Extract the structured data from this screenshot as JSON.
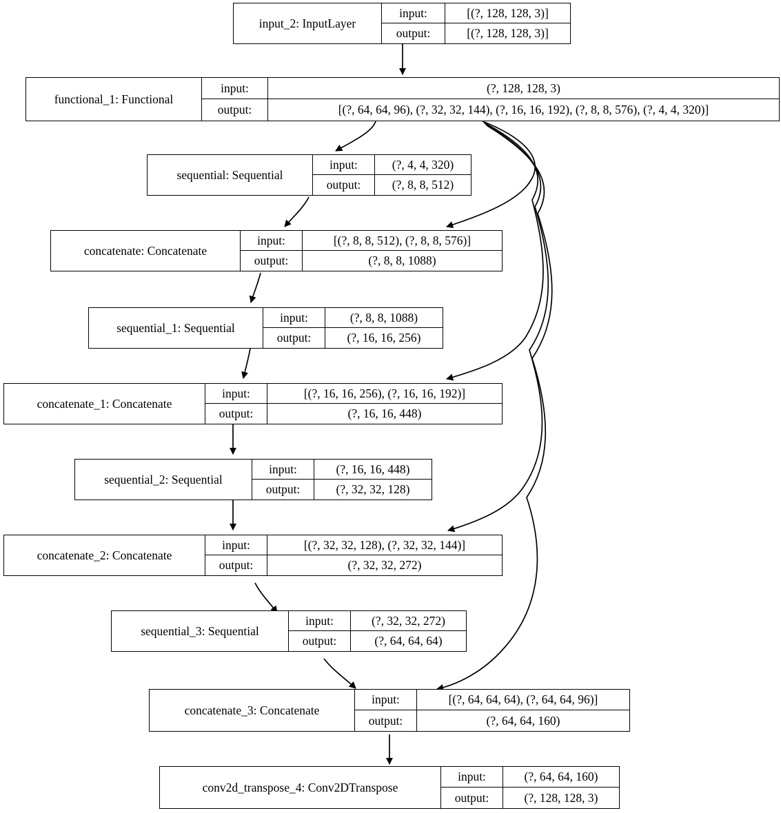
{
  "diagram": {
    "title": "Keras model architecture graph",
    "edge_color": "#000000",
    "node_border_color": "#000000",
    "node_fill_color": "#ffffff",
    "io_labels": {
      "input": "input:",
      "output": "output:"
    },
    "nodes": [
      {
        "id": "input_2",
        "name": "input_2: InputLayer",
        "input": "[(?, 128, 128, 3)]",
        "output": "[(?, 128, 128, 3)]"
      },
      {
        "id": "functional_1",
        "name": "functional_1: Functional",
        "input": "(?, 128, 128, 3)",
        "output": "[(?, 64, 64, 96), (?, 32, 32, 144), (?, 16, 16, 192), (?, 8, 8, 576), (?, 4, 4, 320)]"
      },
      {
        "id": "sequential",
        "name": "sequential: Sequential",
        "input": "(?, 4, 4, 320)",
        "output": "(?, 8, 8, 512)"
      },
      {
        "id": "concatenate",
        "name": "concatenate: Concatenate",
        "input": "[(?, 8, 8, 512), (?, 8, 8, 576)]",
        "output": "(?, 8, 8, 1088)"
      },
      {
        "id": "sequential_1",
        "name": "sequential_1: Sequential",
        "input": "(?, 8, 8, 1088)",
        "output": "(?, 16, 16, 256)"
      },
      {
        "id": "concatenate_1",
        "name": "concatenate_1: Concatenate",
        "input": "[(?, 16, 16, 256), (?, 16, 16, 192)]",
        "output": "(?, 16, 16, 448)"
      },
      {
        "id": "sequential_2",
        "name": "sequential_2: Sequential",
        "input": "(?, 16, 16, 448)",
        "output": "(?, 32, 32, 128)"
      },
      {
        "id": "concatenate_2",
        "name": "concatenate_2: Concatenate",
        "input": "[(?, 32, 32, 128), (?, 32, 32, 144)]",
        "output": "(?, 32, 32, 272)"
      },
      {
        "id": "sequential_3",
        "name": "sequential_3: Sequential",
        "input": "(?, 32, 32, 272)",
        "output": "(?, 64, 64, 64)"
      },
      {
        "id": "concatenate_3",
        "name": "concatenate_3: Concatenate",
        "input": "[(?, 64, 64, 64), (?, 64, 64, 96)]",
        "output": "(?, 64, 64, 160)"
      },
      {
        "id": "conv2d_transpose_4",
        "name": "conv2d_transpose_4: Conv2DTranspose",
        "input": "(?, 64, 64, 160)",
        "output": "(?, 128, 128, 3)"
      }
    ],
    "edges": [
      {
        "from": "input_2",
        "to": "functional_1"
      },
      {
        "from": "functional_1",
        "to": "sequential"
      },
      {
        "from": "functional_1",
        "to": "concatenate"
      },
      {
        "from": "functional_1",
        "to": "concatenate_1"
      },
      {
        "from": "functional_1",
        "to": "concatenate_2"
      },
      {
        "from": "functional_1",
        "to": "concatenate_3"
      },
      {
        "from": "sequential",
        "to": "concatenate"
      },
      {
        "from": "concatenate",
        "to": "sequential_1"
      },
      {
        "from": "sequential_1",
        "to": "concatenate_1"
      },
      {
        "from": "concatenate_1",
        "to": "sequential_2"
      },
      {
        "from": "sequential_2",
        "to": "concatenate_2"
      },
      {
        "from": "concatenate_2",
        "to": "sequential_3"
      },
      {
        "from": "sequential_3",
        "to": "concatenate_3"
      },
      {
        "from": "concatenate_3",
        "to": "conv2d_transpose_4"
      }
    ]
  }
}
